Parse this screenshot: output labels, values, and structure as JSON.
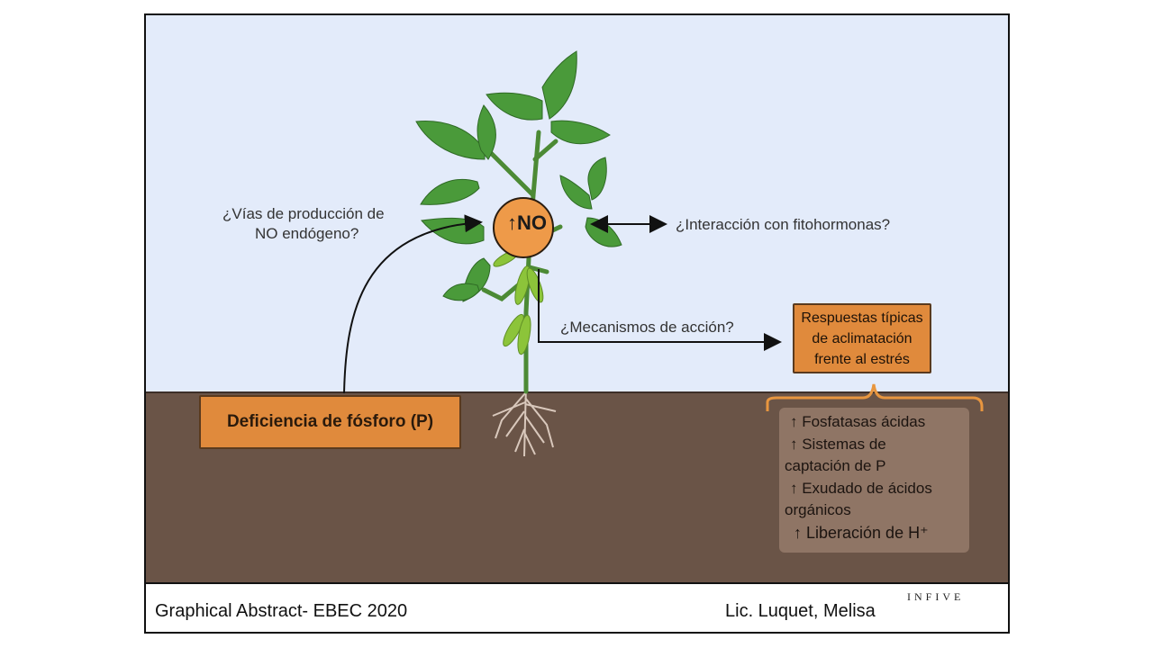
{
  "footer": {
    "left": "Graphical Abstract- EBEC 2020",
    "right": "Lic. Luquet, Melisa",
    "logo_text": "INFIVE"
  },
  "diagram": {
    "no_label": "NO",
    "no_arrow": "↑",
    "q_vias_1": "¿Vías de producción de",
    "q_vias_2": "NO endógeno?",
    "q_interaccion": "¿Interacción con fitohormonas?",
    "q_mecanismos": "¿Mecanismos de acción?",
    "respuestas": [
      "Respuestas típicas",
      "de aclimatación",
      "frente al estrés"
    ],
    "deficiencia": "Deficiencia de fósforo (P)",
    "list": [
      "↑ Fosfatasas ácidas",
      "↑ Sistemas de",
      "captación de P",
      "↑ Exudado de ácidos",
      "orgánicos",
      "↑ Liberación de H⁺"
    ]
  },
  "colors": {
    "sky": "#e3ebfa",
    "soil": "#6a5447",
    "orange": "#e08a3c",
    "leaf": "#4a9a3a",
    "list_box": "#8f7565"
  }
}
